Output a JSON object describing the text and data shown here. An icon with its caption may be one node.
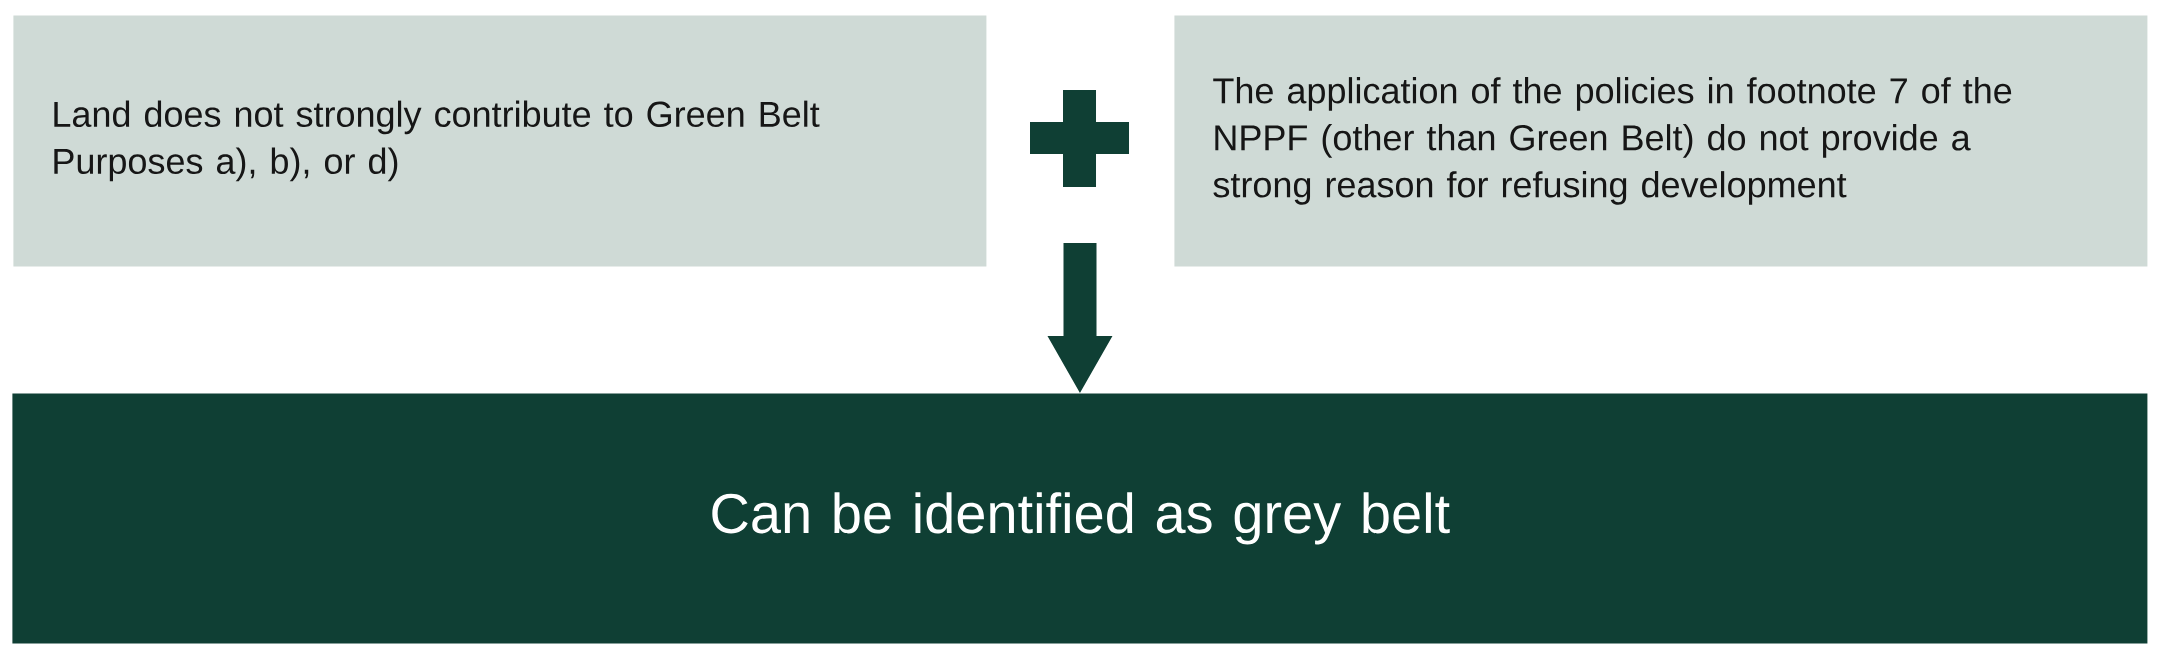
{
  "diagram": {
    "nodes": [
      {
        "text": [
          "Land does not strongly contribute to Green Belt Purposes a), b), or d)"
        ]
      },
      {
        "text": [
          "The application of the policies in footnote 7 of the NPPF (other than Green Belt) do not provide a strong reason for refusing development"
        ]
      },
      {
        "text": [
          "Can be identified as grey belt"
        ]
      }
    ],
    "edges": [
      {
        "from": null,
        "to": 2,
        "arrow": "to"
      }
    ]
  }
}
